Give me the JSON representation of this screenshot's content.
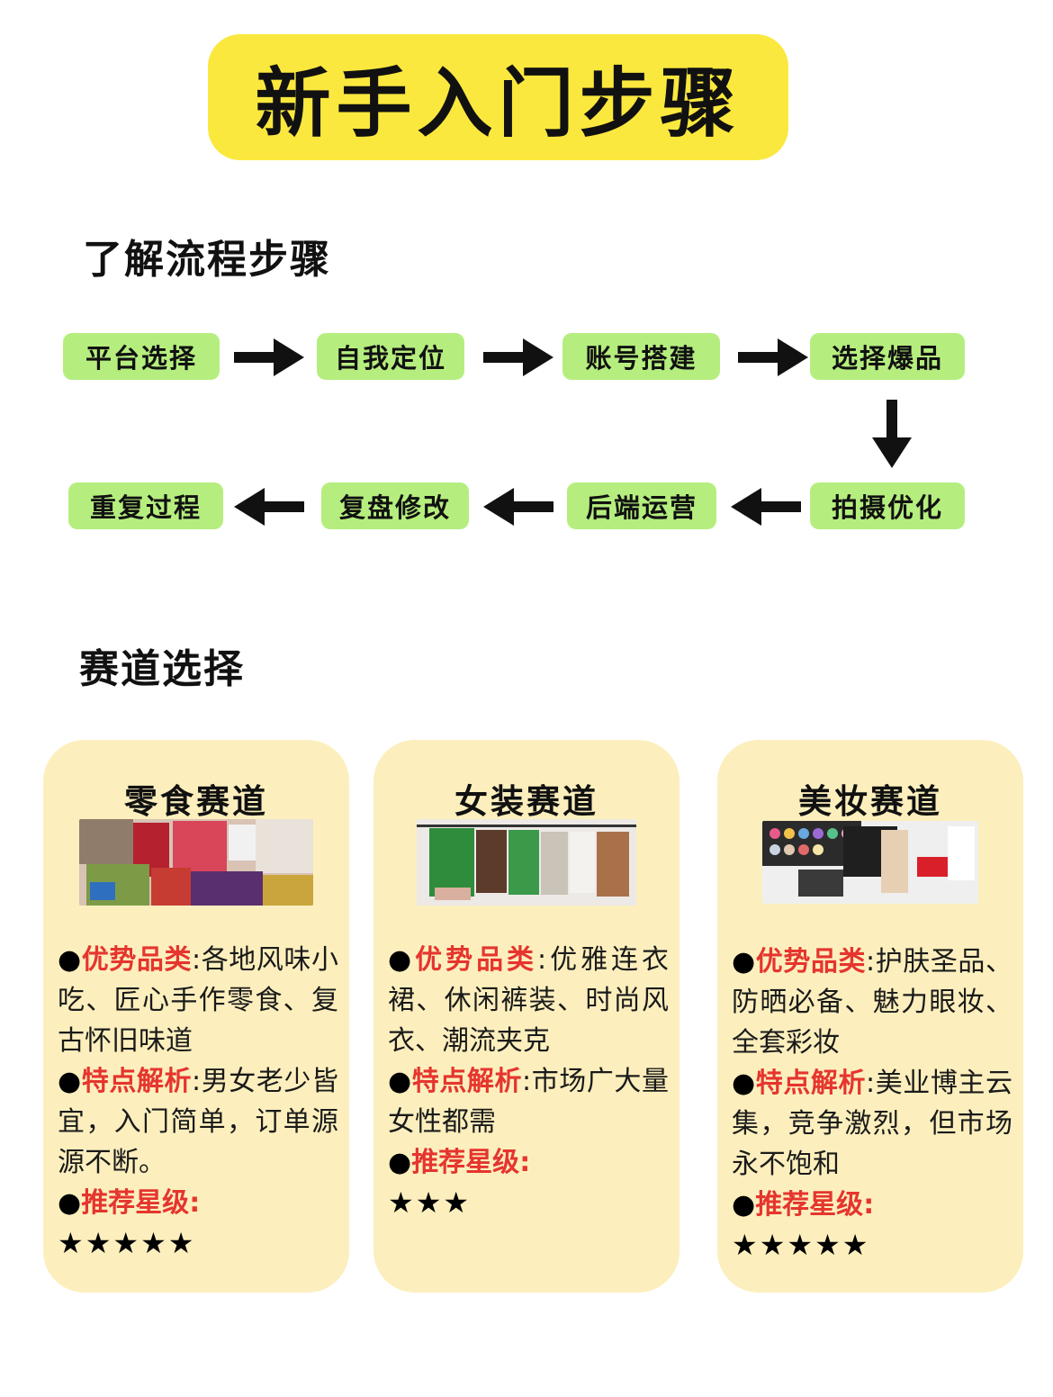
{
  "title": "新手入门步骤",
  "sections": {
    "process": "了解流程步骤",
    "track": "赛道选择"
  },
  "steps": [
    "平台选择",
    "自我定位",
    "账号搭建",
    "选择爆品",
    "拍摄优化",
    "后端运营",
    "复盘修改",
    "重复过程"
  ],
  "colors": {
    "title_bg": "#fbe83e",
    "step_bg": "#b5ee7e",
    "card_bg": "#fcefbd",
    "highlight": "#e5352e"
  },
  "bullet": "●",
  "cards": [
    {
      "title": "零食赛道",
      "advantage_label": "优势品类",
      "advantage": "各地风味小吃、匠心手作零食、复古怀旧味道",
      "feature_label": "特点解析",
      "feature": "男女老少皆宜，入门简单，订单源源不断。",
      "rating_label": "推荐星级",
      "rating_stars": "★★★★★",
      "rating": 5
    },
    {
      "title": "女装赛道",
      "advantage_label": "优势品类",
      "advantage": "优雅连衣裙、休闲裤装、时尚风衣、潮流夹克",
      "feature_label": "特点解析",
      "feature": "市场广大量女性都需",
      "rating_label": "推荐星级",
      "rating_stars": "★★★",
      "rating": 3
    },
    {
      "title": "美妆赛道",
      "advantage_label": "优势品类",
      "advantage": "护肤圣品、防晒必备、魅力眼妆、全套彩妆",
      "feature_label": "特点解析",
      "feature": "美业博主云集，竞争激烈，但市场永不饱和",
      "rating_label": "推荐星级",
      "rating_stars": "★★★★★",
      "rating": 5
    }
  ]
}
